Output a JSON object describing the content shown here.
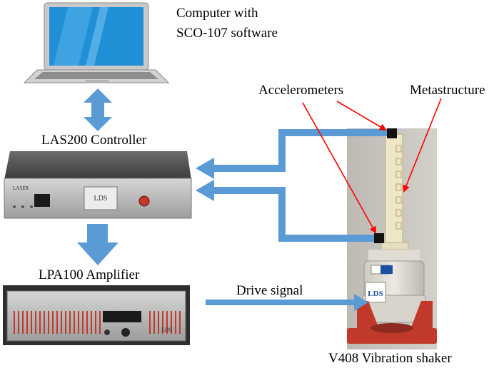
{
  "labels": {
    "computer_line1": "Computer with",
    "computer_line2": "SCO-107 software",
    "controller": "LAS200 Controller",
    "amplifier": "LPA100 Amplifier",
    "accelerometers": "Accelerometers",
    "metastructure": "Metastructure",
    "drive_signal": "Drive signal",
    "shaker": "V408 Vibration shaker"
  },
  "device_markings": {
    "controller_brand": "LASER",
    "controller_logo": "LDS",
    "amplifier_logo": "LDS",
    "shaker_logo": "LDS"
  },
  "colors": {
    "signal_arrow": "#5b9bd5",
    "pointer_arrow": "#ff0000",
    "shaker_body": "#d8d4cc",
    "shaker_base": "#c0392b",
    "metastructure": "#efe6c8"
  }
}
